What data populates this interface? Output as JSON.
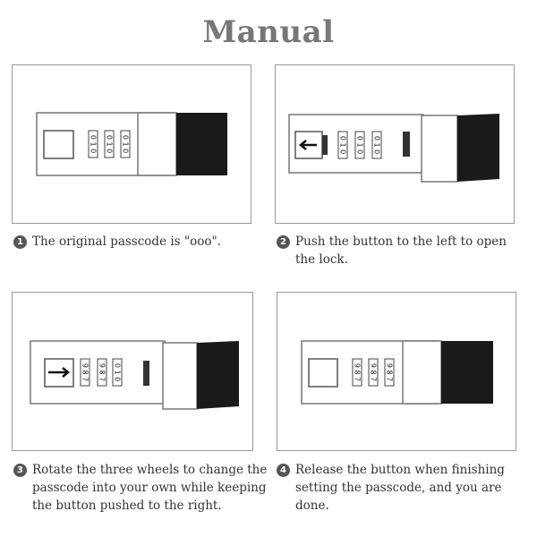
{
  "title": "Manual",
  "steps": [
    {
      "num": "1",
      "lines": [
        "The original passcode is \"ooo\"."
      ]
    },
    {
      "num": "2",
      "lines": [
        "Push the button to the left to open",
        "the lock."
      ]
    },
    {
      "num": "3",
      "lines": [
        "Rotate the three wheels to change the",
        "passcode into your own while keeping",
        "the button pushed to the right."
      ]
    },
    {
      "num": "4",
      "lines": [
        "Release the button when finishing",
        "setting the passcode, and you are done."
      ]
    }
  ],
  "wheels": {
    "step1": [
      "0",
      "1",
      "0"
    ],
    "step2": [
      "0",
      "1",
      "0"
    ],
    "step3": [
      "9",
      "8",
      "7"
    ],
    "step4": [
      "9",
      "8",
      "7"
    ]
  },
  "colors": {
    "title": "#777777",
    "panel_border": "#999999",
    "sleeve": "#1a1a1a",
    "badge": "#555555"
  }
}
